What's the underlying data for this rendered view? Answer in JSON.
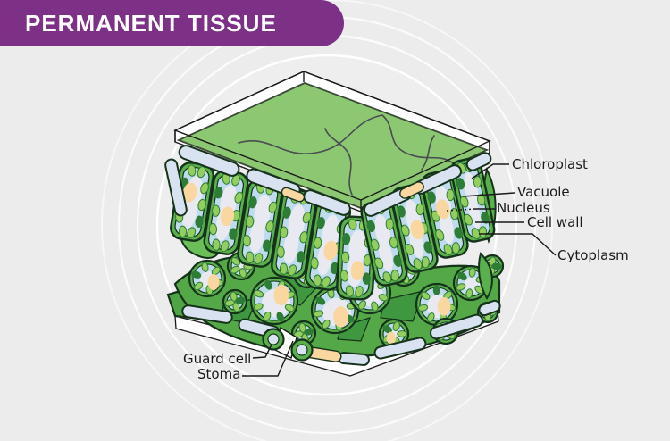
{
  "header": {
    "title": "PERMANENT TISSUE"
  },
  "diagram": {
    "labels": {
      "chloroplast": "Chloroplast",
      "vacuole": "Vacuole",
      "nucleus": "Nucleus",
      "cell_wall": "Cell wall",
      "cytoplasm": "Cytoplasm",
      "guard_cell": "Guard cell",
      "stoma": "Stoma"
    },
    "colors": {
      "banner_purple": "#7C3187",
      "background_gray": "#ECECEC",
      "ring_white": "#FFFFFF",
      "epidermis_top_green": "#8CC871",
      "cell_wall_green": "#5BB04E",
      "spongy_green": "#55A848",
      "lower_epidermis_green": "#4FA445",
      "dark_patch_green": "#3F9840",
      "blob_green": "#6CBE58",
      "cytoplasm_blue": "#BEDCEE",
      "vacuole_white": "#E9E9F1",
      "chloroplast_green": "#93CE5F",
      "chloroplast_dark": "#2E7D36",
      "nucleus_peach": "#FAD7A1",
      "band_light": "#D9E2F0",
      "outline_dark": "#15321A",
      "line_black": "#1A1A1A",
      "face_line": "#4B4B52"
    }
  }
}
